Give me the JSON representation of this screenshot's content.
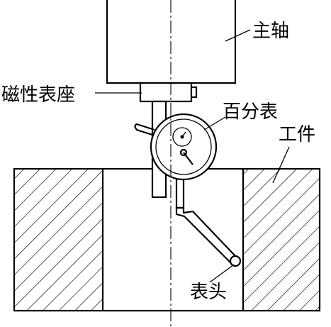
{
  "labels": {
    "spindle": "主轴",
    "magnetic_base": "磁性表座",
    "dial_indicator": "百分表",
    "workpiece": "工件",
    "gauge_head": "表头"
  },
  "colors": {
    "line": "#000000",
    "background": "#ffffff"
  }
}
